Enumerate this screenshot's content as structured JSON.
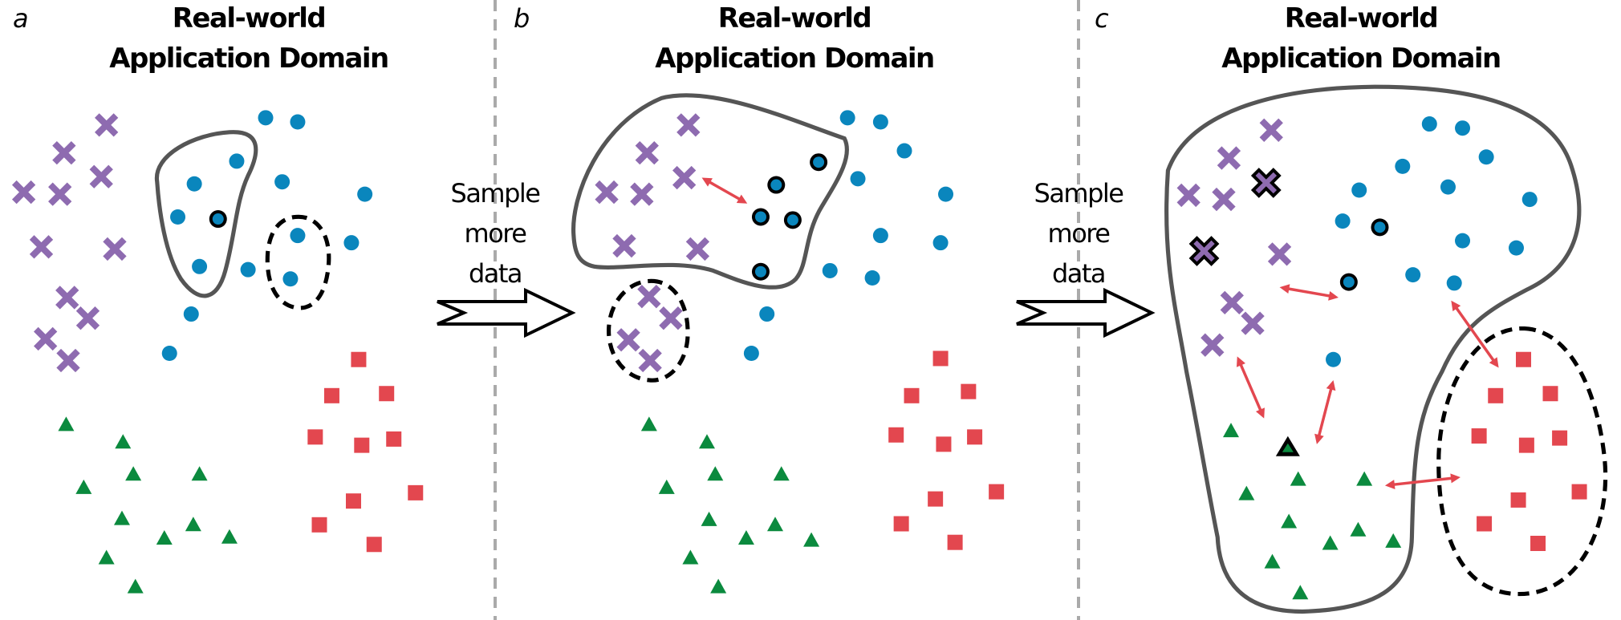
{
  "figure": {
    "panels": [
      {
        "label": "a",
        "title_line1": "Real-world",
        "title_line2": "Application Domain"
      },
      {
        "label": "b",
        "title_line1": "Real-world",
        "title_line2": "Application Domain"
      },
      {
        "label": "c",
        "title_line1": "Real-world",
        "title_line2": "Application Domain"
      }
    ],
    "transitions": [
      {
        "line1": "Sample",
        "line2": "more",
        "line3": "data"
      },
      {
        "line1": "Sample",
        "line2": "more",
        "line3": "data"
      }
    ],
    "classes": [
      {
        "name": "purple-cross",
        "shape": "cross",
        "color": "#8e6bb0"
      },
      {
        "name": "blue-circle",
        "shape": "circle",
        "color": "#0a86bd"
      },
      {
        "name": "green-triangle",
        "shape": "triangle",
        "color": "#0b8a3e"
      },
      {
        "name": "red-square",
        "shape": "square",
        "color": "#e3474f"
      }
    ],
    "colors": {
      "domain_outline": "#555555",
      "dashed_outline": "#000000",
      "distance_arrow": "#e3474f",
      "divider": "#aaaaaa"
    }
  }
}
